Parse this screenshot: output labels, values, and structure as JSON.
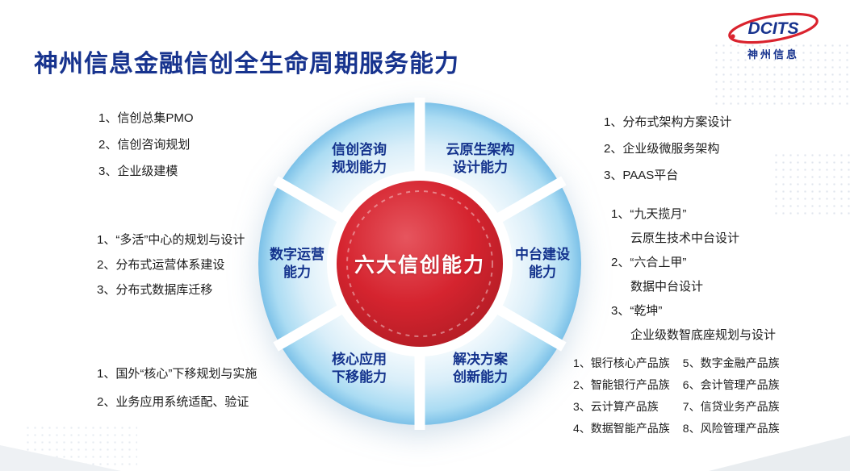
{
  "slide": {
    "title": "神州信息金融信创全生命周期服务能力"
  },
  "logo": {
    "brand": "DCITS",
    "company": "神州信息"
  },
  "wheel": {
    "center_label": "六大信创能力",
    "segments": [
      {
        "line1": "信创咨询",
        "line2": "规划能力"
      },
      {
        "line1": "云原生架构",
        "line2": "设计能力"
      },
      {
        "line1": "中台建设",
        "line2": "能力"
      },
      {
        "line1": "解决方案",
        "line2": "创新能力"
      },
      {
        "line1": "核心应用",
        "line2": "下移能力"
      },
      {
        "line1": "数字运营",
        "line2": "能力"
      }
    ]
  },
  "lists": {
    "top_left": [
      "1、信创总集PMO",
      "2、信创咨询规划",
      "3、企业级建模"
    ],
    "top_right": [
      "1、分布式架构方案设计",
      "2、企业级微服务架构",
      "3、PAAS平台"
    ],
    "left": [
      "1、“多活”中心的规划与设计",
      "2、分布式运营体系建设",
      "3、分布式数据库迁移"
    ],
    "right": [
      {
        "text": "1、“九天揽月”",
        "indent": false
      },
      {
        "text": "云原生技术中台设计",
        "indent": true
      },
      {
        "text": "2、“六合上甲”",
        "indent": false
      },
      {
        "text": "数据中台设计",
        "indent": true
      },
      {
        "text": "3、“乾坤”",
        "indent": false
      },
      {
        "text": "企业级数智底座规划与设计",
        "indent": true
      }
    ],
    "bottom_left": [
      "1、国外“核心”下移规划与实施",
      "2、业务应用系统适配、验证"
    ],
    "bottom_right_col1": [
      "1、银行核心产品族",
      "2、智能银行产品族",
      "3、云计算产品族",
      "4、数据智能产品族"
    ],
    "bottom_right_col2": [
      "5、数字金融产品族",
      "6、会计管理产品族",
      "7、信贷业务产品族",
      "8、风险管理产品族"
    ]
  },
  "colors": {
    "title_blue": "#17338e",
    "label_blue": "#14338d",
    "center_red": "#d2232e",
    "logo_red": "#da232e",
    "segment_light_blue": "#7cc1e8",
    "text_dark": "#1c1c1c"
  }
}
